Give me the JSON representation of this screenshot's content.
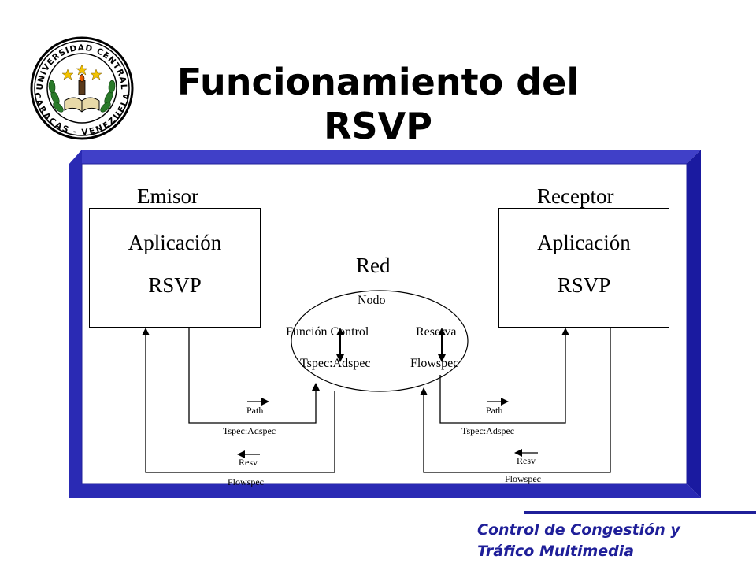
{
  "slide": {
    "title": "Funcionamiento del RSVP",
    "footer_line1": "Control de Congestión y",
    "footer_line2": "Tráfico Multimedia"
  },
  "seal": {
    "text_top": "UNIVERSIDAD CENTRAL",
    "text_bottom": "CARACAS - VENEZUELA"
  },
  "diagram": {
    "sender_label": "Emisor",
    "receiver_label": "Receptor",
    "network_label": "Red",
    "sender_box": {
      "line1": "Aplicación",
      "line2": "RSVP"
    },
    "receiver_box": {
      "line1": "Aplicación",
      "line2": "RSVP"
    },
    "node": {
      "title": "Nodo",
      "function_control": "Función Control",
      "reserve": "Reserva",
      "tspec_adspec": "Tspec:Adspec",
      "flowspec": "Flowspec"
    },
    "left_path": {
      "label": "Path",
      "spec": "Tspec:Adspec"
    },
    "left_resv": {
      "label": "Resv",
      "spec": "Flowspec"
    },
    "right_path": {
      "label": "Path",
      "spec": "Tspec:Adspec"
    },
    "right_resv": {
      "label": "Resv",
      "spec": "Flowspec"
    }
  }
}
